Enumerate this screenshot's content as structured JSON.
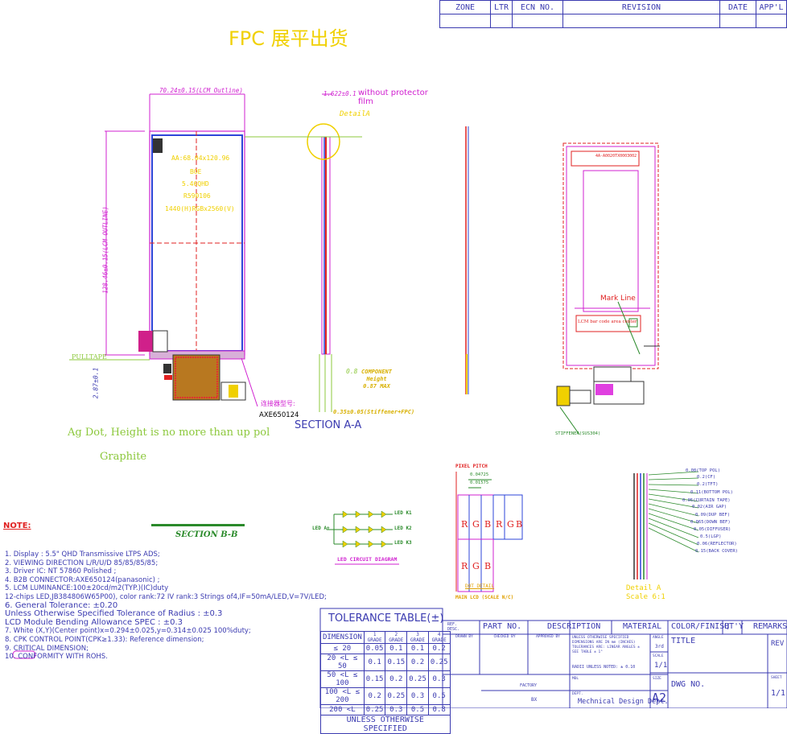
{
  "revision_block": {
    "headers": [
      "ZONE",
      "LTR",
      "ECN NO.",
      "REVISION",
      "DATE",
      "APP'L"
    ]
  },
  "title_banner": "FPC 展平出货",
  "front_view": {
    "outline_dim": "70.24±0.15(LCM Outline)",
    "aa_text": "AA:68.04x120.96",
    "size_text": "BOE",
    "model_text": "5.46QHD",
    "res_code": "R590106",
    "resolution": "1440(H)RGBx2560(V)",
    "height_dim": "128.46±0.15(LCM OUTLINE)",
    "pulltape_label": "PULLTAPE",
    "thickness_dim": "2.87±0.1",
    "connector_cn": "连接器型号:",
    "connector_model": "AXE650124",
    "ag_dot_label": "Ag Dot, Height is no more than up pol",
    "graphite_label": "Graphite"
  },
  "side_view": {
    "thickness_dim": "1.622±0.1",
    "protector_note": "without protector film",
    "detail_label": "DetailA",
    "component_dim": "0.8",
    "component_note": "COMPONENT Height 0.87 MAX",
    "stiffener_note": "0.35±0.05(Stiffener+FPC)",
    "section_label": "SECTION A-A"
  },
  "back_view": {
    "mark_line_label": "Mark Line",
    "label_tag": "4A-A0020TX0003002",
    "bottom_text": "LCM bar code area center",
    "stiffener_label": "STIFFENER(SUS304)"
  },
  "pixel_detail": {
    "title": "PIXEL PITCH",
    "pitch1": "0.04725",
    "pitch2": "0.01575",
    "subpixels": [
      "R",
      "G",
      "B",
      "R",
      "G",
      "B"
    ],
    "subpixels_row2": [
      "R",
      "G",
      "B"
    ],
    "caption": "DOT DETAIL",
    "scale_caption": "MAIN LCD (SCALE N/C)"
  },
  "led_circuit": {
    "left_label": "LED A+",
    "rows": [
      "LED K1",
      "LED K2",
      "LED K3"
    ],
    "caption": "LED CIRCUIT DIAGRAM"
  },
  "section_bb": "SECTION B-B",
  "detail_a": {
    "layers": [
      "0.08(TOP POL)",
      "0.2(CF)",
      "0.2(TFT)",
      "0.11(BOTTOM POL)",
      "0.05(CURTAIN TAPE)",
      "0.02(AIR GAP)",
      "0.09(DUP BEF)",
      "0.065(DOWN BEF)",
      "0.05(DIFFUSER)",
      "0.5(LGP)",
      "0.06(REFLECTOR)",
      "0.15(BACK COVER)"
    ],
    "title": "Detail A",
    "scale": "Scale 6:1"
  },
  "notes": {
    "heading": "NOTE:",
    "lines": [
      "1. Display : 5.5\" QHD Transmissive LTPS ADS;",
      "2. VIEWING DIRECTION L/R/U/D 85/85/85/85;",
      "3. Driver IC: NT 57860 Polished ;",
      "4. B2B CONNECTOR:AXE650124(panasonic) ;",
      "5. LCM LUMINANCE:100±20cd/m2(TYP.)(IC)duty",
      "   12-chips LED,JB384806W65P00), color rank:72 IV rank:3 Strings of4,IF=50mA/LED,V=7V/LED;",
      "6. General Tolerance: ±0.20",
      "   Unless Otherwise Specified Tolerance of Radius : ±0.3",
      "   LCD Module Bending Allowance SPEC : ±0.3",
      "7. White (X,Y)(Center point)x=0.294±0.025,y=0.314±0.025 100%duty;",
      "8. CPK CONTROL POINT(CPK≥1.33): Reference dimension;",
      "9.        CRITICAL DIMENSION;",
      "10. CONFORMITY WITH ROHS."
    ]
  },
  "tolerance_table": {
    "title": "TOLERANCE TABLE(±)",
    "headers": [
      "DIMENSION",
      "1 GRADE",
      "2 GRADE",
      "3 GRADE",
      "4 GRADE"
    ],
    "rows": [
      [
        "≤ 20",
        "0.05",
        "0.1",
        "0.1",
        "0.2"
      ],
      [
        "20 <L ≤ 50",
        "0.1",
        "0.15",
        "0.2",
        "0.25"
      ],
      [
        "50 <L ≤ 100",
        "0.15",
        "0.2",
        "0.25",
        "0.3"
      ],
      [
        "100 <L ≤ 200",
        "0.2",
        "0.25",
        "0.3",
        "0.5"
      ],
      [
        "200 <L",
        "0.25",
        "0.3",
        "0.5",
        "0.8"
      ]
    ],
    "footer": "UNLESS OTHERWISE SPECIFIED"
  },
  "title_block": {
    "ref_desc": "REF. DESC.",
    "part_no": "PART NO.",
    "description": "DESCRIPTION",
    "material": "MATERIAL",
    "color_finish": "COLOR/FINISH",
    "qty": "QT'Y",
    "remarks": "REMARKS",
    "drawn": "DRAWN BY",
    "checked": "CHECKED BY",
    "approved": "APPROVED BY",
    "unless_note": "UNLESS OTHERWISE SPECIFIED DIMENSIONS ARE IN mm (INCHES) TOLERANCES ARE: LINEAR ANGLES ± SEE TABLE ± 1°",
    "radii_note": "RADII UNLESS NOTED: ± 0.10",
    "angle_label": "ANGLE",
    "angle_val": "3rd",
    "scale_label": "SCALE",
    "scale_val": "1/1",
    "size_label": "SIZE",
    "size_val": "A2",
    "title_label": "TITLE",
    "rev_label": "REV",
    "dwg_label": "DWG NO.",
    "sheet_label": "SHEET",
    "sheet_val": "1/1",
    "factory_label": "FACTORY",
    "factory_val": "BX",
    "mdl_label": "MDL",
    "dept_label": "DEPT.",
    "dept_val": "Mechnical Design Dept."
  }
}
